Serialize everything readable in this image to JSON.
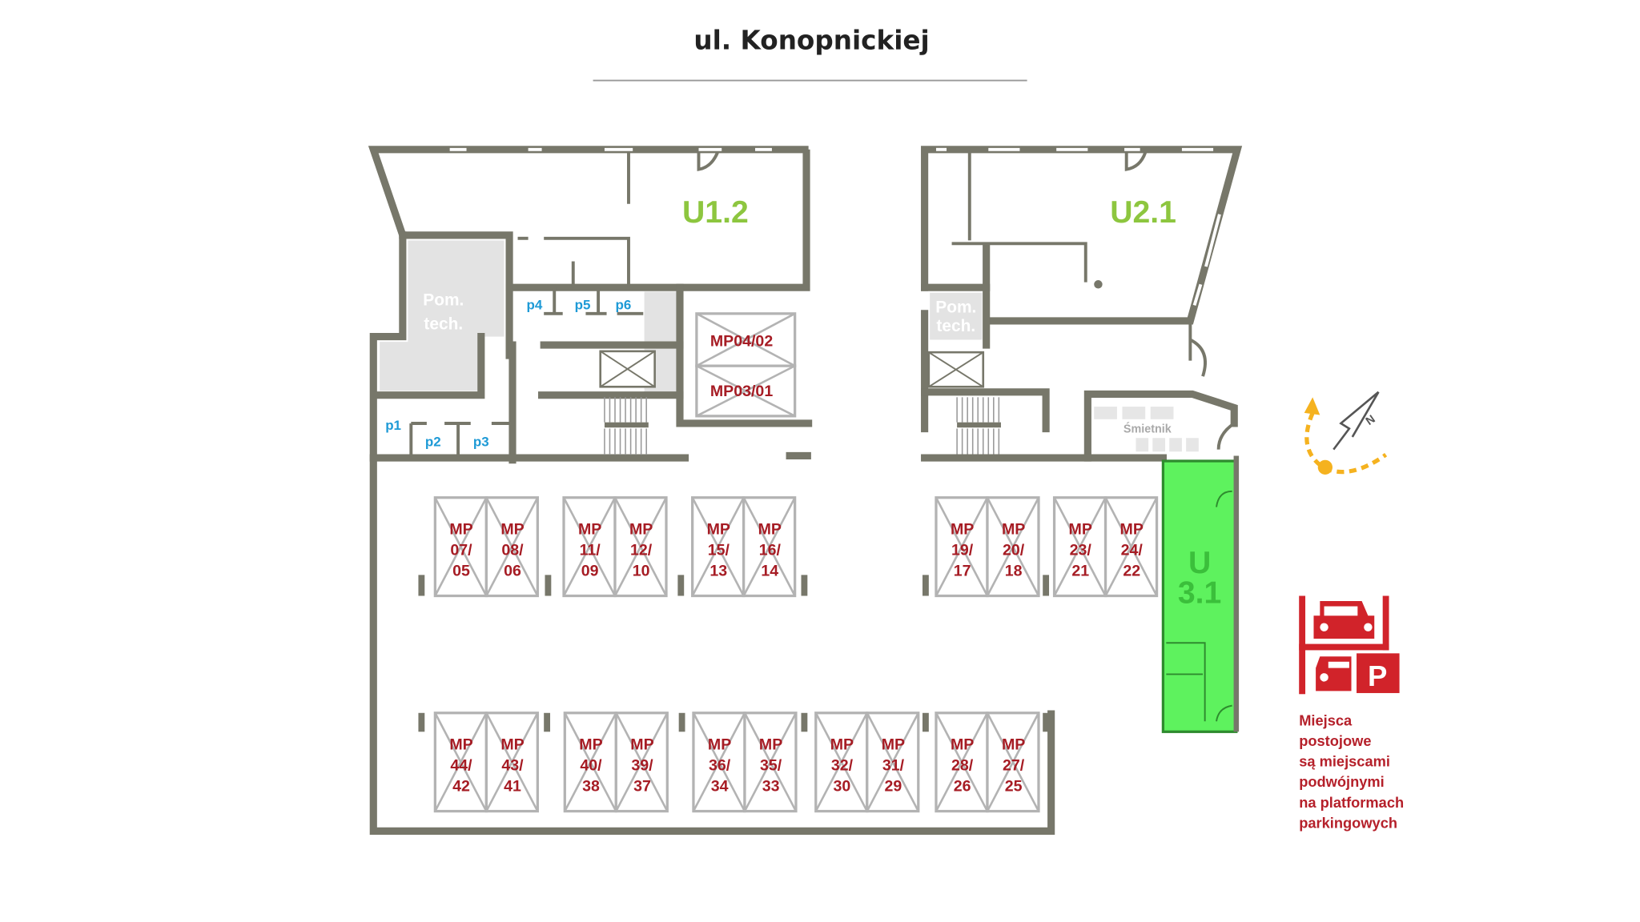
{
  "title": "ul. Konopnickiej",
  "units": {
    "u12": "U1.2",
    "u21": "U2.1",
    "u31_line1": "U",
    "u31_line2": "3.1"
  },
  "rooms": {
    "pom_left_1": "Pom.",
    "pom_left_2": "tech.",
    "pom_right_1": "Pom.",
    "pom_right_2": "tech.",
    "smietnik": "Śmietnik"
  },
  "storage": {
    "p1": "p1",
    "p2": "p2",
    "p3": "p3",
    "p4": "p4",
    "p5": "p5",
    "p6": "p6"
  },
  "single_spots": {
    "mp0402": "MP04/02",
    "mp0301": "MP03/01"
  },
  "stalls_row1": [
    [
      "MP",
      "07/",
      "05"
    ],
    [
      "MP",
      "08/",
      "06"
    ],
    [
      "MP",
      "11/",
      "09"
    ],
    [
      "MP",
      "12/",
      "10"
    ],
    [
      "MP",
      "15/",
      "13"
    ],
    [
      "MP",
      "16/",
      "14"
    ],
    [
      "MP",
      "19/",
      "17"
    ],
    [
      "MP",
      "20/",
      "18"
    ],
    [
      "MP",
      "23/",
      "21"
    ],
    [
      "MP",
      "24/",
      "22"
    ]
  ],
  "stalls_row2": [
    [
      "MP",
      "44/",
      "42"
    ],
    [
      "MP",
      "43/",
      "41"
    ],
    [
      "MP",
      "40/",
      "38"
    ],
    [
      "MP",
      "39/",
      "37"
    ],
    [
      "MP",
      "36/",
      "34"
    ],
    [
      "MP",
      "35/",
      "33"
    ],
    [
      "MP",
      "32/",
      "30"
    ],
    [
      "MP",
      "31/",
      "29"
    ],
    [
      "MP",
      "28/",
      "26"
    ],
    [
      "MP",
      "27/",
      "25"
    ]
  ],
  "compass": {
    "north": "N"
  },
  "legend": {
    "icon_letter": "P",
    "lines": [
      "Miejsca",
      "postojowe",
      "są miejscami",
      "podwójnymi",
      "na platformach",
      "parkingowych"
    ]
  },
  "colors": {
    "wall": "#77776a",
    "unit_label": "#8dc63f",
    "selected_unit": "#5ef25e",
    "spot_label": "#a61c24",
    "storage_label": "#1e9ad6",
    "legend": "#b5202a"
  }
}
